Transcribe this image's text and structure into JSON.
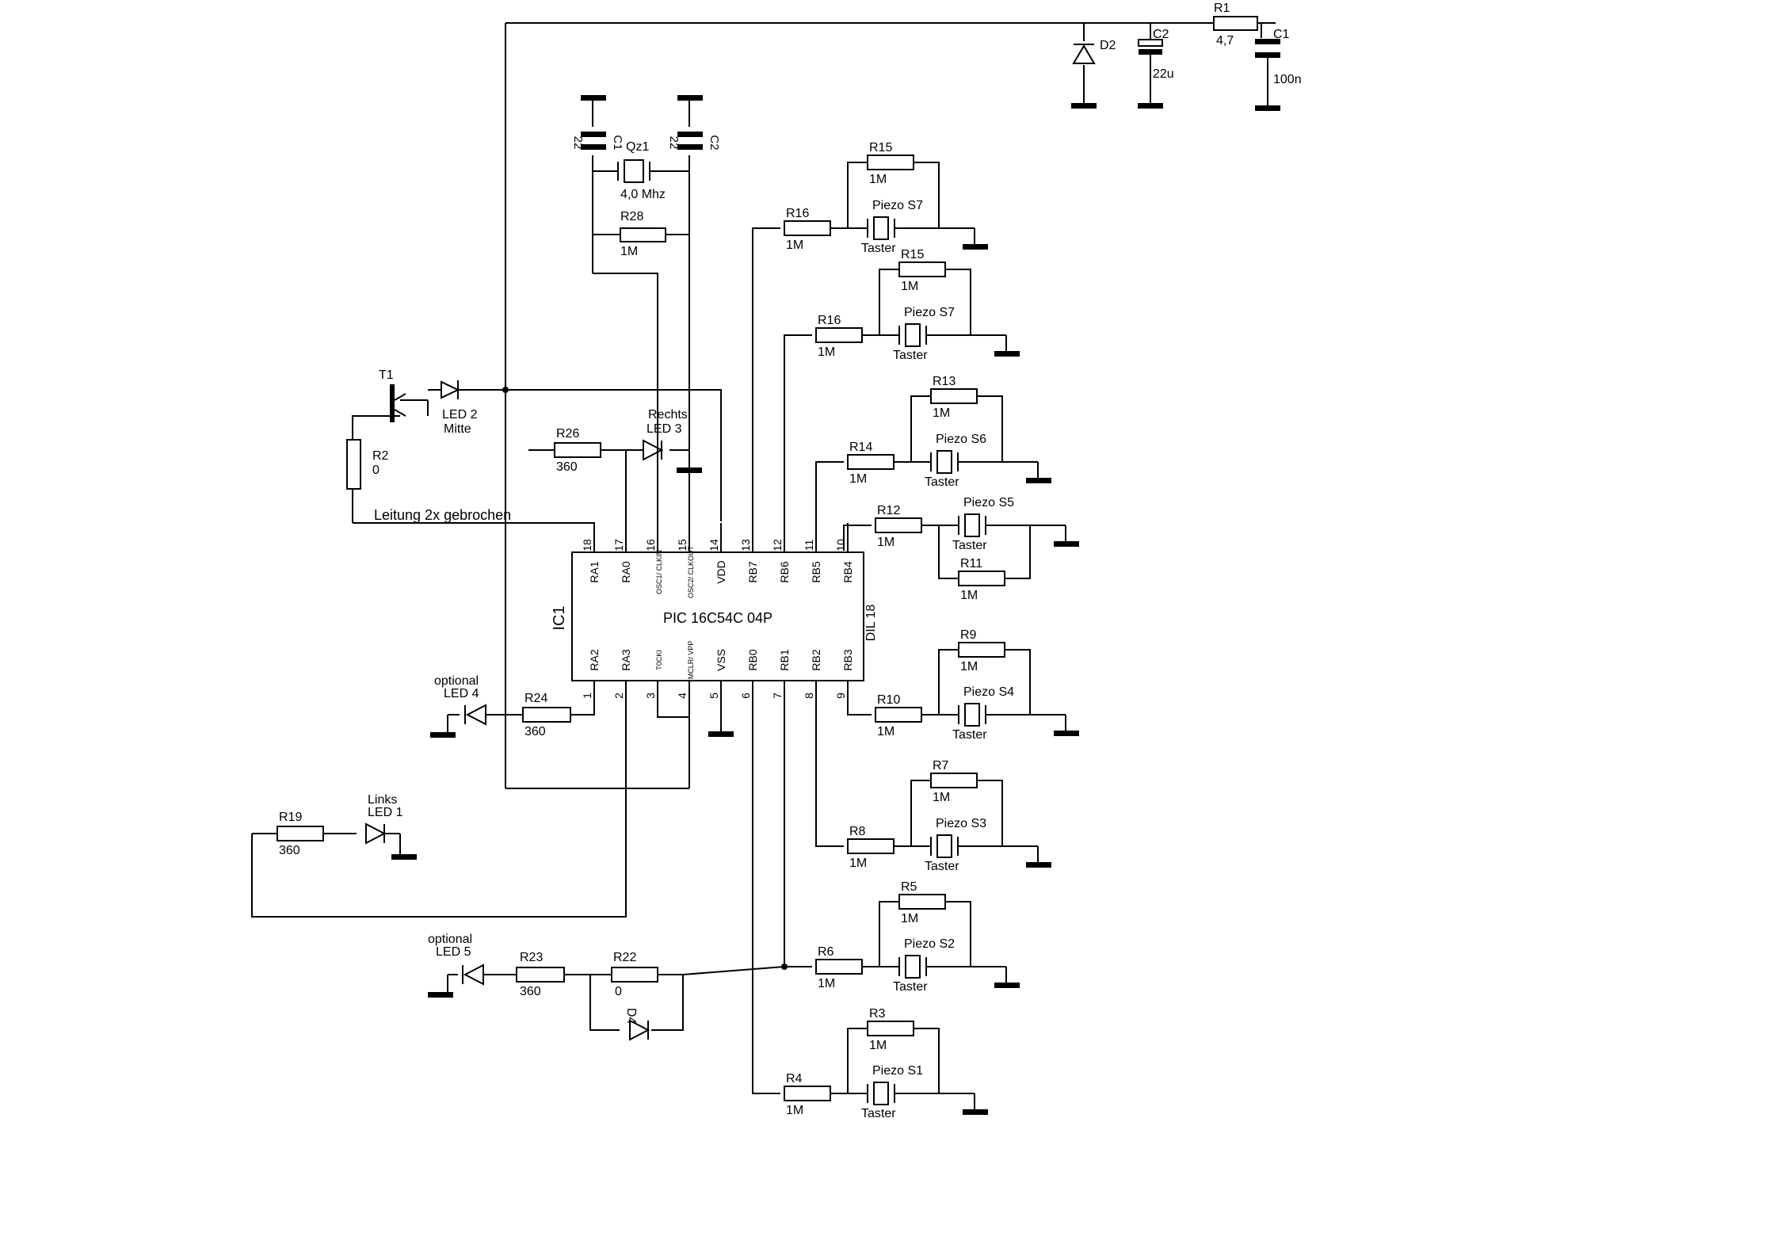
{
  "ic": {
    "designator": "IC1",
    "part": "PIC 16C54C 04P",
    "package": "DIL 18",
    "top_pins": [
      {
        "num": "18",
        "name": "RA1"
      },
      {
        "num": "17",
        "name": "RA0"
      },
      {
        "num": "16",
        "name": "OSC1/ CLKIN"
      },
      {
        "num": "15",
        "name": "OSC2/ CLKOUT"
      },
      {
        "num": "14",
        "name": "VDD"
      },
      {
        "num": "13",
        "name": "RB7"
      },
      {
        "num": "12",
        "name": "RB6"
      },
      {
        "num": "11",
        "name": "RB5"
      },
      {
        "num": "10",
        "name": "RB4"
      }
    ],
    "bottom_pins": [
      {
        "num": "1",
        "name": "RA2"
      },
      {
        "num": "2",
        "name": "RA3"
      },
      {
        "num": "3",
        "name": "T0CKI"
      },
      {
        "num": "4",
        "name": "MCLR/ VPP"
      },
      {
        "num": "5",
        "name": "VSS"
      },
      {
        "num": "6",
        "name": "RB0"
      },
      {
        "num": "7",
        "name": "RB1"
      },
      {
        "num": "8",
        "name": "RB2"
      },
      {
        "num": "9",
        "name": "RB3"
      }
    ]
  },
  "power": {
    "r1": {
      "name": "R1",
      "value": "4,7"
    },
    "c1": {
      "name": "C1",
      "value": "100n"
    },
    "c2": {
      "name": "C2",
      "value": "22u"
    },
    "d2": {
      "name": "D2"
    }
  },
  "osc": {
    "c1": {
      "name": "C1",
      "value": "22"
    },
    "c2": {
      "name": "C2",
      "value": "22"
    },
    "crystal": {
      "name": "Qz1",
      "value": "4,0 Mhz"
    },
    "r28": {
      "name": "R28",
      "value": "1M"
    }
  },
  "left": {
    "t1": "T1",
    "led2": {
      "name": "LED 2",
      "sub": "Mitte"
    },
    "r2": {
      "name": "R2",
      "value": "0"
    },
    "note": "Leitung 2x gebrochen",
    "r26": {
      "name": "R26",
      "value": "360"
    },
    "led3": {
      "name": "LED 3",
      "sub": "Rechts"
    },
    "led4": {
      "name": "LED 4",
      "sub": "optional"
    },
    "r24": {
      "name": "R24",
      "value": "360"
    },
    "r19": {
      "name": "R19",
      "value": "360"
    },
    "led1": {
      "name": "LED 1",
      "sub": "Links"
    },
    "led5": {
      "name": "LED 5",
      "sub": "optional"
    },
    "r23": {
      "name": "R23",
      "value": "360"
    },
    "r22": {
      "name": "R22",
      "value": "0"
    },
    "d4": {
      "name": "D4"
    }
  },
  "sensors": [
    {
      "rs": "R16",
      "rsv": "1M",
      "rp": "R15",
      "rpv": "1M",
      "piezo": "Piezo S7",
      "taster": "Taster"
    },
    {
      "rs": "R16",
      "rsv": "1M",
      "rp": "R15",
      "rpv": "1M",
      "piezo": "Piezo S7",
      "taster": "Taster"
    },
    {
      "rs": "R14",
      "rsv": "1M",
      "rp": "R13",
      "rpv": "1M",
      "piezo": "Piezo S6",
      "taster": "Taster"
    },
    {
      "rs": "R12",
      "rsv": "1M",
      "rp": "R11",
      "rpv": "1M",
      "piezo": "Piezo S5",
      "taster": "Taster"
    },
    {
      "rs": "R10",
      "rsv": "1M",
      "rp": "R9",
      "rpv": "1M",
      "piezo": "Piezo S4",
      "taster": "Taster"
    },
    {
      "rs": "R8",
      "rsv": "1M",
      "rp": "R7",
      "rpv": "1M",
      "piezo": "Piezo S3",
      "taster": "Taster"
    },
    {
      "rs": "R6",
      "rsv": "1M",
      "rp": "R5",
      "rpv": "1M",
      "piezo": "Piezo S2",
      "taster": "Taster"
    },
    {
      "rs": "R4",
      "rsv": "1M",
      "rp": "R3",
      "rpv": "1M",
      "piezo": "Piezo S1",
      "taster": "Taster"
    }
  ]
}
